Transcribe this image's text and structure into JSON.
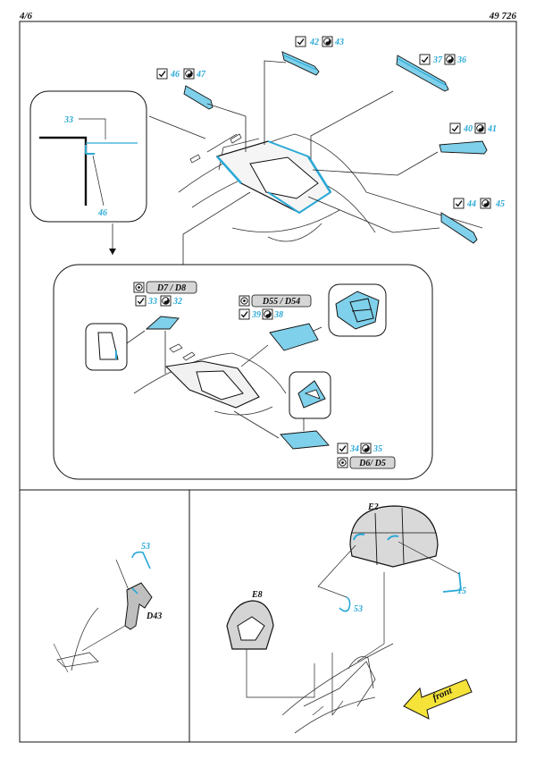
{
  "header": {
    "page": "4/6",
    "set_number": "49 726"
  },
  "colors": {
    "etch_blue": "#2aa9d6",
    "line": "#222222",
    "front_arrow": "#f5e33a"
  },
  "icons": [
    "check-bend-icon",
    "yin-yang-icon",
    "resin-part-icon"
  ],
  "top_panel": {
    "labels": {
      "p42": "42",
      "p43": "43",
      "p46": "46",
      "p47": "47",
      "p37": "37",
      "p36": "36",
      "p40": "40",
      "p41": "41",
      "p44": "44",
      "p45": "45",
      "inset_33": "33",
      "inset_46": "46"
    },
    "detail": {
      "tag_d7_d8": "D7 / D8",
      "p33": "33",
      "p32": "32",
      "tag_d55_d54": "D55 / D54",
      "p39": "39",
      "p38": "38",
      "p34": "34",
      "p35": "35",
      "tag_d6_d5": "D6/ D5"
    }
  },
  "bottom_left": {
    "p53": "53",
    "part_d43": "D43"
  },
  "bottom_right": {
    "part_e2": "E2",
    "p15": "15",
    "p53": "53",
    "part_e8": "E8",
    "front_label": "front"
  }
}
